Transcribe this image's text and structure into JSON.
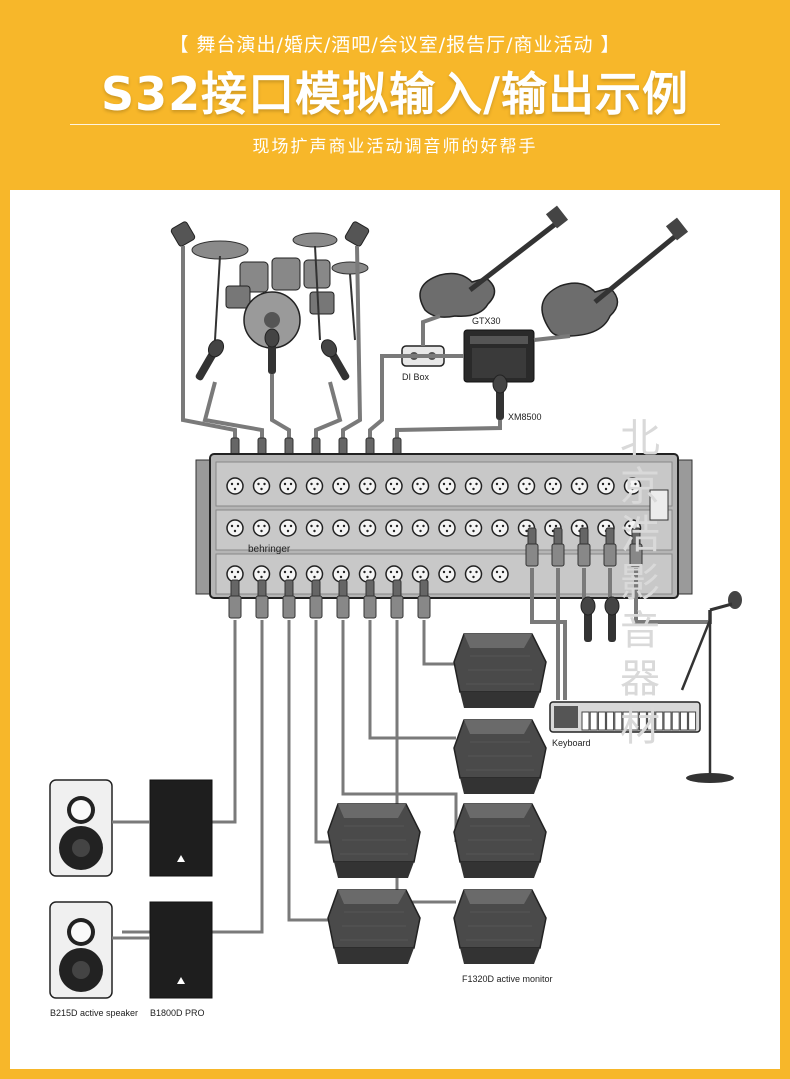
{
  "header": {
    "tagline": "【 舞台演出/婚庆/酒吧/会议室/报告厅/商业活动 】",
    "title": "S32接口模拟输入/输出示例",
    "subtitle": "现场扩声商业活动调音师的好帮手"
  },
  "diagram": {
    "stagebox_brand": "behringer",
    "labels": {
      "gtx30": "GTX30",
      "di_box": "DI Box",
      "xm8500": "XM8500",
      "keyboard": "Keyboard",
      "monitor": "F1320D active monitor",
      "speaker": "B215D active speaker",
      "sub": "B1800D PRO"
    }
  },
  "watermark": {
    "chars": [
      "北",
      "京",
      "浩",
      "影",
      "音",
      "器",
      "材"
    ]
  },
  "colors": {
    "background": "#F7B72A",
    "panel": "#FFFFFF",
    "cable": "#7A7A7A"
  }
}
